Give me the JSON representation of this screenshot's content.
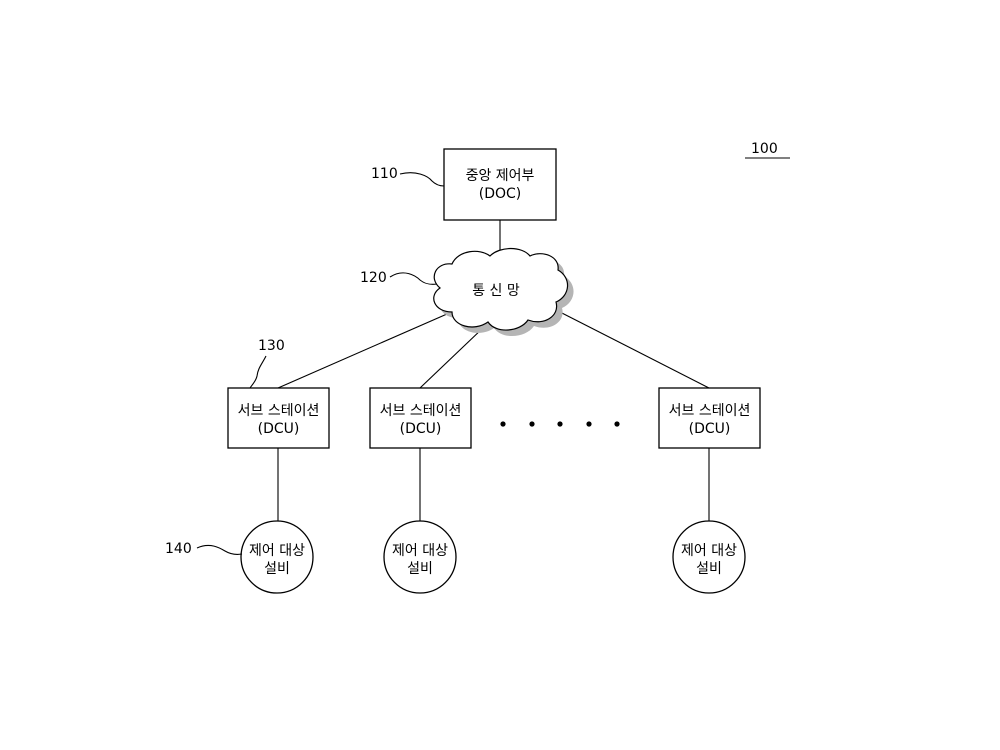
{
  "system_ref": "100",
  "central_controller": {
    "ref": "110",
    "line1": "중앙 제어부",
    "line2": "(DOC)"
  },
  "network": {
    "ref": "120",
    "label": "통 신 망"
  },
  "substations": [
    {
      "ref": "130",
      "line1": "서브 스테이션",
      "line2": "(DCU)"
    },
    {
      "line1": "서브 스테이션",
      "line2": "(DCU)"
    },
    {
      "line1": "서브 스테이션",
      "line2": "(DCU)"
    }
  ],
  "ellipsis": "• • • • •",
  "equipment": [
    {
      "ref": "140",
      "line1": "제어 대상",
      "line2": "설비"
    },
    {
      "line1": "제어 대상",
      "line2": "설비"
    },
    {
      "line1": "제어 대상",
      "line2": "설비"
    }
  ]
}
